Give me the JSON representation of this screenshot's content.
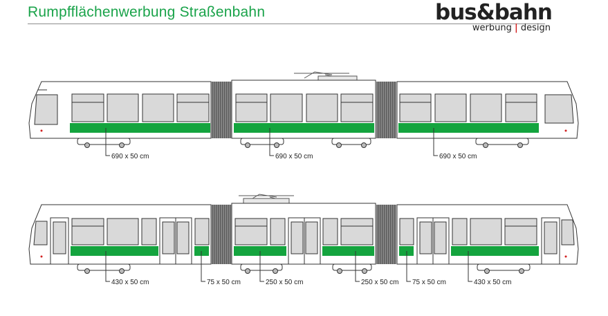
{
  "title": "Rumpfflächenwerbung Straßenbahn",
  "logo": {
    "main": "bus&bahn",
    "sub_left": "werbung",
    "separator": "|",
    "sub_right": "design"
  },
  "colors": {
    "title": "#1aa34a",
    "ad_band": "#14a43e",
    "window": "#d9d9d9",
    "body": "#ffffff",
    "outline": "#333333"
  },
  "tram_top": {
    "labels": [
      "690 x 50 cm",
      "690 x 50 cm",
      "690 x 50 cm"
    ]
  },
  "tram_bottom": {
    "labels": [
      "430 x 50 cm",
      "75 x 50 cm",
      "250 x 50 cm",
      "250 x 50 cm",
      "75 x 50 cm",
      "430 x 50 cm"
    ]
  }
}
